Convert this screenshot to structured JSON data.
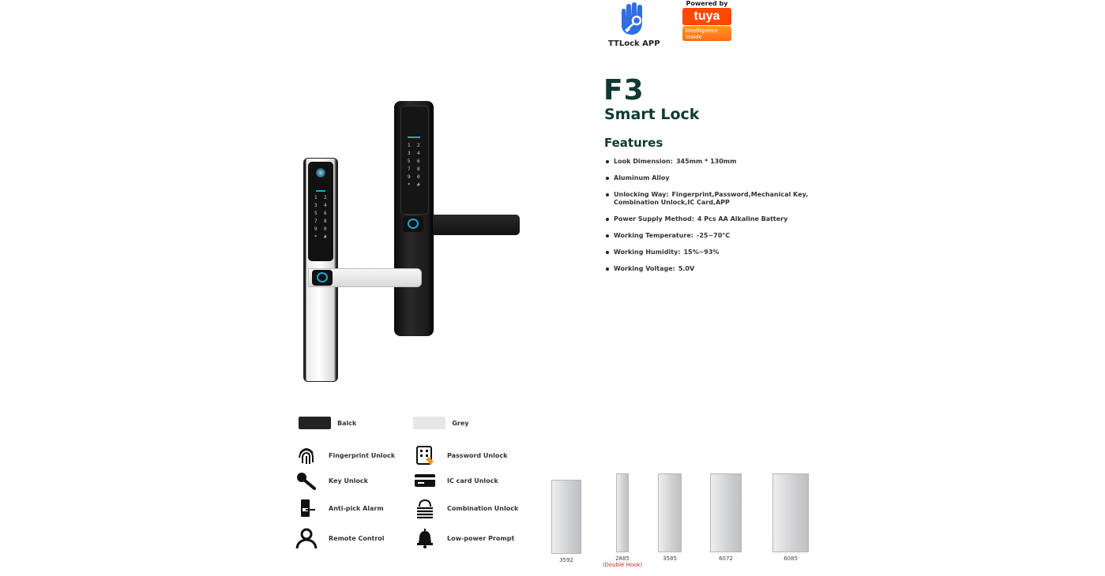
{
  "logos": {
    "ttlock": {
      "label": "TTLock APP",
      "icon": "hand-key-icon",
      "color": "#2f6fe0"
    },
    "tuya": {
      "powered_by": "Powered by",
      "brand": "tuya",
      "tagline_line1": "Intelligence",
      "tagline_line2": "Inside",
      "color": "#ff4800"
    }
  },
  "product": {
    "model": "F3",
    "name": "Smart Lock",
    "features_title": "Features",
    "heading_color": "#0f3a32",
    "features": [
      {
        "label": "Look Dimension:",
        "value": "345mm  *  130mm"
      },
      {
        "label": "Aluminum Alloy",
        "value": ""
      },
      {
        "label": "Unlocking Way:",
        "value": "Fingerprint,Password,Mechanical Key, Combination Unlock,IC Card,APP"
      },
      {
        "label": "Power Supply Method:",
        "value": "4 Pcs AA Alkaline Battery"
      },
      {
        "label": "Working Temperature:",
        "value": "-25~70°C"
      },
      {
        "label": "Working Humidity:",
        "value": "15%~93%"
      },
      {
        "label": "Working Voltage:",
        "value": "5.0V"
      }
    ]
  },
  "keypad": {
    "keys": [
      "1",
      "2",
      "3",
      "4",
      "5",
      "6",
      "7",
      "8",
      "9",
      "0",
      "*",
      "#"
    ]
  },
  "colors": [
    {
      "label": "Balck",
      "hex": "#232323"
    },
    {
      "label": "Grey",
      "hex": "#e6e6e6"
    }
  ],
  "functions": [
    {
      "label": "Fingerprint Unlock",
      "icon": "fingerprint-icon"
    },
    {
      "label": "Password Unlock",
      "icon": "keypad-touch-icon"
    },
    {
      "label": "Key Unlock",
      "icon": "key-icon"
    },
    {
      "label": "IC card Unlock",
      "icon": "card-icon"
    },
    {
      "label": "Anti-pick Alarm",
      "icon": "door-lock-icon"
    },
    {
      "label": "Combination Unlock",
      "icon": "combination-lock-icon"
    },
    {
      "label": "Remote Control",
      "icon": "user-icon"
    },
    {
      "label": "Low-power Prompt",
      "icon": "bell-icon"
    }
  ],
  "mortise_locks": [
    {
      "code": "3592",
      "note": ""
    },
    {
      "code": "2885",
      "note": "(Double Hook)"
    },
    {
      "code": "3585",
      "note": ""
    },
    {
      "code": "6072",
      "note": ""
    },
    {
      "code": "6085",
      "note": ""
    }
  ]
}
